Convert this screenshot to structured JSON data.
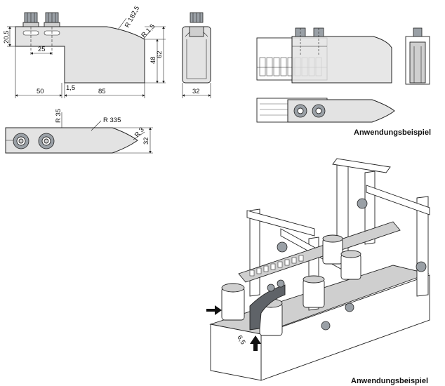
{
  "drawing": {
    "dimensions": {
      "h_20_5": "20,5",
      "r_182_5": "R 182,5",
      "r_1_5": "R 1,5",
      "d_25": "25",
      "d_48": "48",
      "d_62": "62",
      "d_50": "50",
      "d_1_5": "1,5",
      "d_85": "85",
      "d_32_front": "32",
      "r_35": "R 35",
      "r_335": "R 335",
      "r_3": "R 3",
      "d_32_top": "32"
    },
    "captions": {
      "application_example_top": "Anwendungsbeispiel",
      "application_example_bottom": "Anwendungsbeispiel"
    },
    "scale_marker": "6,5"
  }
}
